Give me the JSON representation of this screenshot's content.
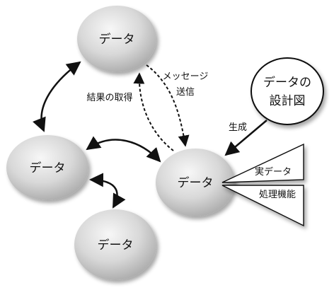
{
  "nodes": {
    "top": "データ",
    "left": "データ",
    "bottom": "データ",
    "center": "データ",
    "design_line1": "データの",
    "design_line2": "設計図"
  },
  "callouts": {
    "actual_data": "実データ",
    "processing": "処理機能"
  },
  "edges": {
    "message_line1": "メッセージ",
    "message_line2": "送信",
    "get_result": "結果の取得",
    "generate": "生成"
  },
  "colors": {
    "node_light": "#f6f6f6",
    "node_dark": "#a9a9a9",
    "stroke": "#111111"
  }
}
